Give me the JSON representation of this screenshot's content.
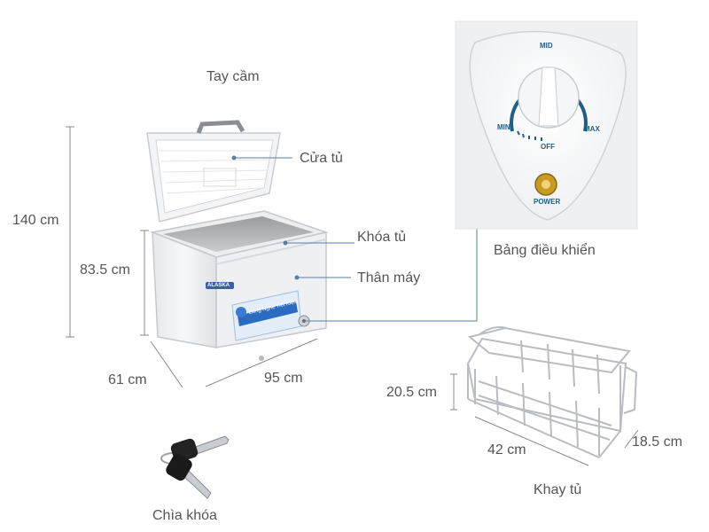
{
  "freezer": {
    "handle_label": "Tay cầm",
    "door_label": "Cửa tủ",
    "lock_label": "Khóa tủ",
    "body_label": "Thân máy",
    "height_open": "140 cm",
    "height_body": "83.5 cm",
    "depth": "61 cm",
    "width": "95 cm",
    "brand": "ALASKA",
    "sticker_text": "Công Nghệ Tiết Kiệm"
  },
  "control_panel": {
    "label": "Bảng điều khiển",
    "mid": "MID",
    "min": "MIN",
    "max": "MAX",
    "off": "OFF",
    "power": "POWER"
  },
  "basket": {
    "label": "Khay tủ",
    "height": "20.5 cm",
    "length": "42 cm",
    "width": "18.5 cm"
  },
  "key": {
    "label": "Chìa khóa"
  },
  "colors": {
    "line": "#5a7fa0",
    "dial_ring": "#1f5f86",
    "dim_text": "#555555"
  }
}
